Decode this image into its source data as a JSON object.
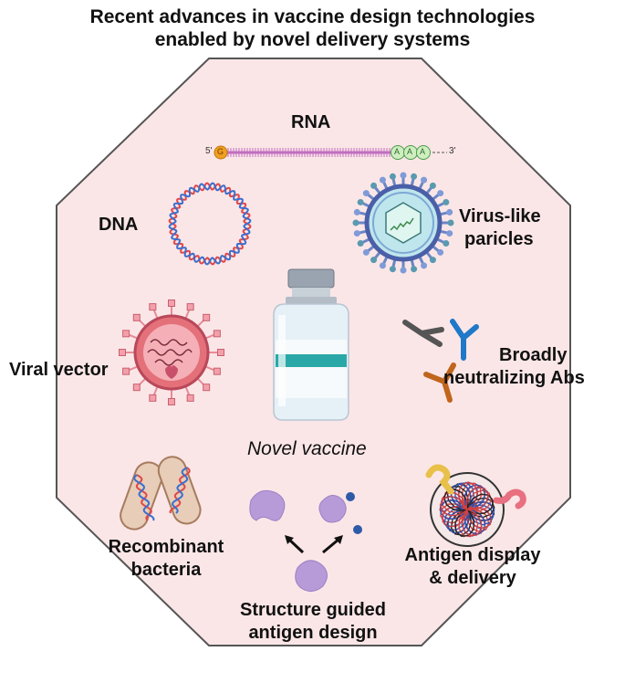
{
  "title": {
    "line1": "Recent advances in vaccine design technologies",
    "line2": "enabled by novel delivery systems"
  },
  "colors": {
    "octagon_fill": "#fbe6e7",
    "octagon_stroke": "#555555",
    "rna_strand": "#c06fc0",
    "dna_red": "#e04848",
    "dna_blue": "#3a6fcf",
    "vial_band": "#2aa8a8",
    "antigen": "#b79bd9"
  },
  "labels": {
    "rna": "RNA",
    "rna_five": "5'",
    "rna_cap": "G",
    "rna_tail": [
      "A",
      "A",
      "A"
    ],
    "rna_three": "3'",
    "dna": "DNA",
    "vlp_line1": "Virus-like",
    "vlp_line2": "paricles",
    "viral_vector": "Viral vector",
    "abs_line1": "Broadly",
    "abs_line2": "neutralizing Abs",
    "center": "Novel vaccine",
    "bacteria_line1": "Recombinant",
    "bacteria_line2": "bacteria",
    "antigen_display_line1": "Antigen display",
    "antigen_display_line2": "& delivery",
    "structure_line1": "Structure guided",
    "structure_line2": "antigen design"
  },
  "icons": [
    "rna-strand-icon",
    "dna-plasmid-icon",
    "virus-like-particle-icon",
    "viral-vector-icon",
    "vaccine-vial-icon",
    "antibody-icon",
    "bacteria-icon",
    "antigen-protein-icon",
    "nanoparticle-icon"
  ]
}
